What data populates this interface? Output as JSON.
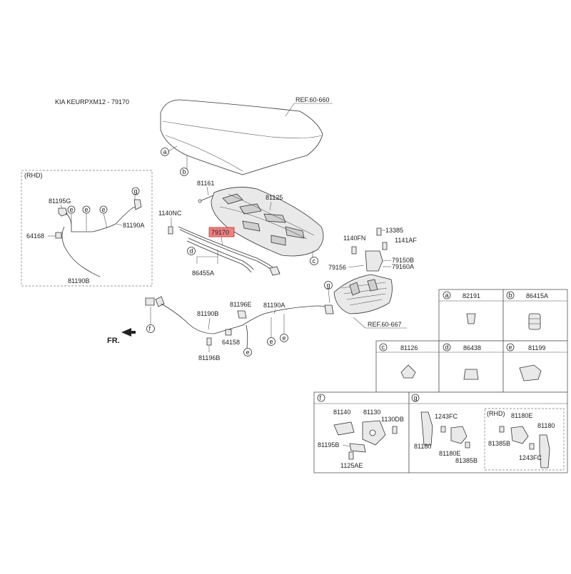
{
  "header": {
    "title": "KIA KEURPXM12 - 79170"
  },
  "refs": {
    "ref_hood": "REF.60-660",
    "ref_panel": "REF.60-667"
  },
  "labels": {
    "rhd": "(RHD)",
    "p81195g": "81195G",
    "p81190a_l": "81190A",
    "p64168": "64168",
    "p81190b_l": "81190B",
    "p81161": "81161",
    "p81125": "81125",
    "p1140nc": "1140NC",
    "p79170": "79170",
    "p86455a": "86455A",
    "p1140fn": "1140FN",
    "p13385": "13385",
    "p1141af": "1141AF",
    "p79150b": "79150B",
    "p79160a": "79160A",
    "p79156": "79156",
    "p81196e": "81196E",
    "p81190b_m": "81190B",
    "p81190a_m": "81190A",
    "p64158": "64158",
    "p81196b": "81196B",
    "fr": "FR."
  },
  "callouts": {
    "a": "a",
    "b": "b",
    "c": "c",
    "d": "d",
    "e": "e",
    "f": "f",
    "g": "g"
  },
  "legend_grid": {
    "cells": [
      {
        "letter": "a",
        "part": "82191"
      },
      {
        "letter": "b",
        "part": "86415A"
      },
      {
        "letter": "c",
        "part": "81126"
      },
      {
        "letter": "d",
        "part": "86438"
      },
      {
        "letter": "e",
        "part": "81199"
      }
    ]
  },
  "detail_f": {
    "letter": "f",
    "p81140": "81140",
    "p81130": "81130",
    "p1130db": "1130DB",
    "p81195b": "81195B",
    "p1125ae": "1125AE"
  },
  "detail_g": {
    "letter": "g",
    "p1243fc": "1243FC",
    "p81180": "81180",
    "p81180e": "81180E",
    "p81385b": "81385B",
    "rhd": "(RHD)",
    "rhd_81180e": "81180E",
    "rhd_81180": "81180",
    "rhd_81385b": "81385B",
    "rhd_1243fc": "1243FC"
  },
  "colors": {
    "highlight": "#f08080",
    "line": "#333333"
  }
}
